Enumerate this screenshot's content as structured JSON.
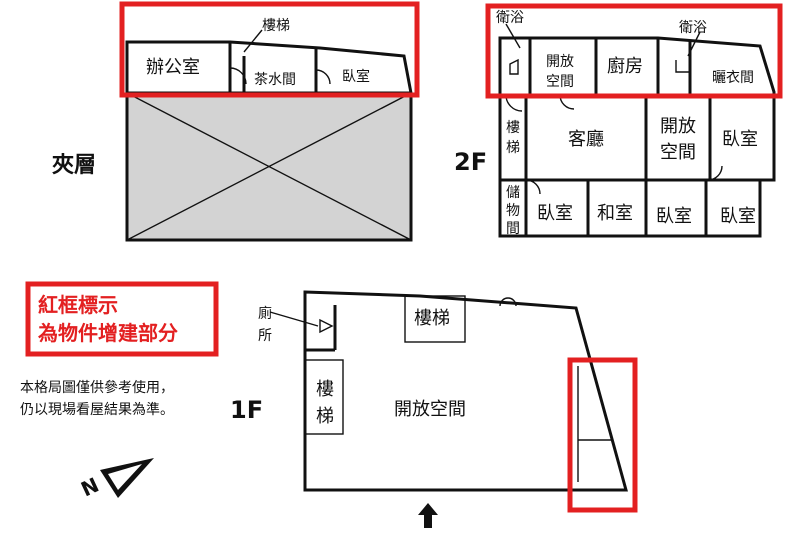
{
  "mezzanine": {
    "floor_label": "夾層",
    "rooms": {
      "stairs": "樓梯",
      "office": "辦公室",
      "tea_room": "茶水間",
      "bedroom": "臥室"
    }
  },
  "second_floor": {
    "floor_label": "2F",
    "rooms": {
      "bath_left": "衛浴",
      "bath_right": "衛浴",
      "open_space_top": [
        "開放",
        "空間"
      ],
      "kitchen": "廚房",
      "laundry": "曬衣間",
      "stairs": [
        "樓",
        "梯"
      ],
      "living_room": "客廳",
      "open_space_mid": [
        "開放",
        "空間"
      ],
      "bedroom_right_top": "臥室",
      "storage": [
        "儲",
        "物",
        "間"
      ],
      "bedroom_1": "臥室",
      "japanese_room": "和室",
      "bedroom_2": "臥室",
      "bedroom_3": "臥室"
    }
  },
  "first_floor": {
    "floor_label": "1F",
    "rooms": {
      "toilet": [
        "廁",
        "所"
      ],
      "stairs_top": "樓梯",
      "stairs_left": [
        "樓",
        "梯"
      ],
      "open_space": "開放空間"
    }
  },
  "legend": {
    "line1": "紅框標示",
    "line2": "為物件增建部分"
  },
  "note": {
    "line1": "本格局圖僅供參考使用，",
    "line2": "仍以現場看屋結果為準。"
  },
  "compass": {
    "letter": "N"
  },
  "colors": {
    "highlight": "#e32021",
    "mezzanine_fill": "#d3d3d3",
    "ink": "#111111"
  }
}
